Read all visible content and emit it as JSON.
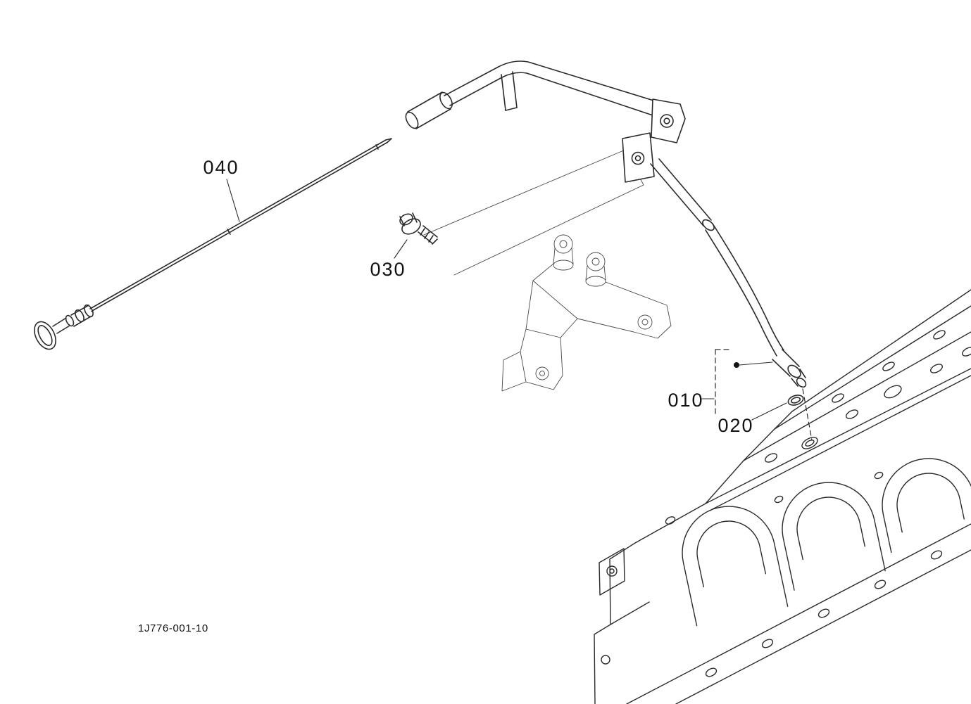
{
  "drawing": {
    "background": "#ffffff",
    "line_color": "#2b2b2b",
    "part_code": "1J776-001-10",
    "callouts": {
      "c040": "040",
      "c030": "030",
      "c010": "010",
      "c020": "020"
    }
  }
}
